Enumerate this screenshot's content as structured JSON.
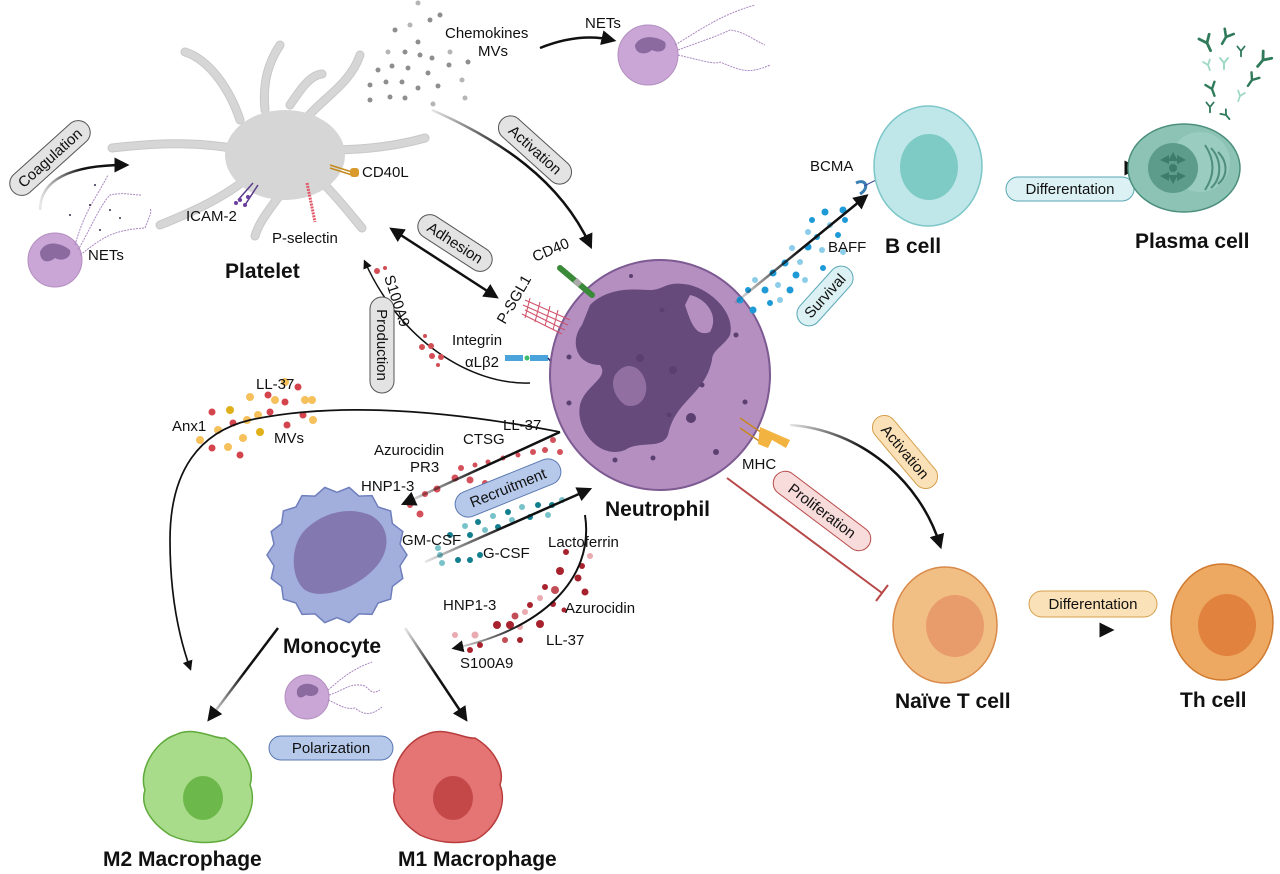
{
  "figure": {
    "colors": {
      "neutrophil": "#b48fc0",
      "neutrophil_nucleus": "#664a7c",
      "platelet": "#d9d9d9",
      "b_cell": "#bfe6e8",
      "b_cell_nucleus": "#7ecbc6",
      "plasma_cell": "#8cc3b5",
      "monocyte": "#a2afdd",
      "monocyte_nucleus": "#8478b0",
      "m2_macrophage": "#a8dc8a",
      "m2_nucleus": "#6db84a",
      "m1_macrophage": "#e57474",
      "m1_nucleus": "#c44848",
      "naive_t_cell": "#f1bf84",
      "naive_t_nucleus": "#e89c6c",
      "th_cell": "#eda961",
      "th_nucleus": "#e1823e",
      "inhibition_line": "#b84848",
      "gray_pill": "#e3e3e3",
      "blue_pill": "#b6c9ea",
      "teal_pill": "#dcf1f3",
      "orange_pill": "#fbe1b7",
      "pink_pill": "#f8dcdc"
    },
    "cells": {
      "platelet": "Platelet",
      "neutrophil": "Neutrophil",
      "b_cell": "B cell",
      "plasma_cell": "Plasma cell",
      "monocyte": "Monocyte",
      "m2_macrophage": "M2 Macrophage",
      "m1_macrophage": "M1 Macrophage",
      "naive_t_cell": "Naïve T cell",
      "th_cell": "Th cell"
    },
    "processes": {
      "coagulation": "Coagulation",
      "activation_platelet": "Activation",
      "adhesion": "Adhesion",
      "production": "Production",
      "survival": "Survival",
      "differentiation_b": "Differentation",
      "recruitment": "Recruitment",
      "polarization": "Polarization",
      "activation_t": "Activation",
      "proliferation": "Proliferation",
      "differentiation_t": "Differentation"
    },
    "molecules": {
      "nets_left": "NETs",
      "nets_top": "NETs",
      "chemokines": "Chemokines",
      "mvs_top": "MVs",
      "cd40l": "CD40L",
      "icam2": "ICAM-2",
      "p_selectin": "P-selectin",
      "cd40": "CD40",
      "psgl1": "P-SGL1",
      "s100a9_top": "S100A9",
      "integrin": "Integrin",
      "integrin_sub": "αLβ2",
      "bcma": "BCMA",
      "baff": "BAFF",
      "ll37_top": "LL-37",
      "anx1": "Anx1",
      "mvs_mid": "MVs",
      "ll37_mid": "LL-37",
      "ctsg": "CTSG",
      "azurocidin_mid": "Azurocidin",
      "pr3": "PR3",
      "hnp_mid": "HNP1-3",
      "gmcsf": "GM-CSF",
      "gcsf": "G-CSF",
      "lactoferrin": "Lactoferrin",
      "hnp_low": "HNP1-3",
      "azurocidin_low": "Azurocidin",
      "ll37_low": "LL-37",
      "s100a9_low": "S100A9",
      "mhc": "MHC"
    }
  }
}
